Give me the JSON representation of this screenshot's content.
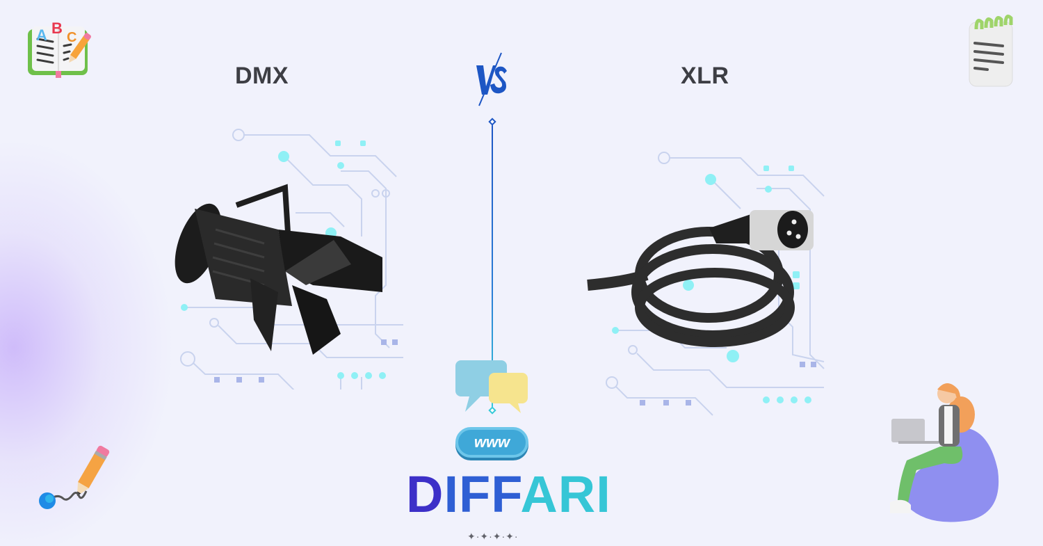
{
  "comparison": {
    "left": {
      "title": "DMX",
      "image": "stage-light-fresnel-with-barn-doors"
    },
    "right": {
      "title": "XLR",
      "image": "coiled-xlr-cable"
    },
    "divider": {
      "label": "VS",
      "color": "#1d56c4"
    }
  },
  "brand": {
    "logo_parts": [
      "D",
      "IFF",
      "ARI"
    ],
    "logo_text": "DIFFARI",
    "colors": {
      "d": "#3d30c8",
      "iff": "#2f5fd4",
      "ari": "#36c6d6"
    },
    "stars": "✦·✦·✦·✦·"
  },
  "badges": {
    "www": "www"
  },
  "decorations": [
    "abc-book-icon",
    "notepad-icon",
    "pencil-doodle-icon",
    "chat-bubbles-icon",
    "woman-on-beanbag-laptop-illustration"
  ],
  "colors": {
    "background": "#f1f2fc",
    "title": "#3d3e44",
    "circuit_line": "#c9d3ee",
    "circuit_node": "#8ff0f5"
  }
}
